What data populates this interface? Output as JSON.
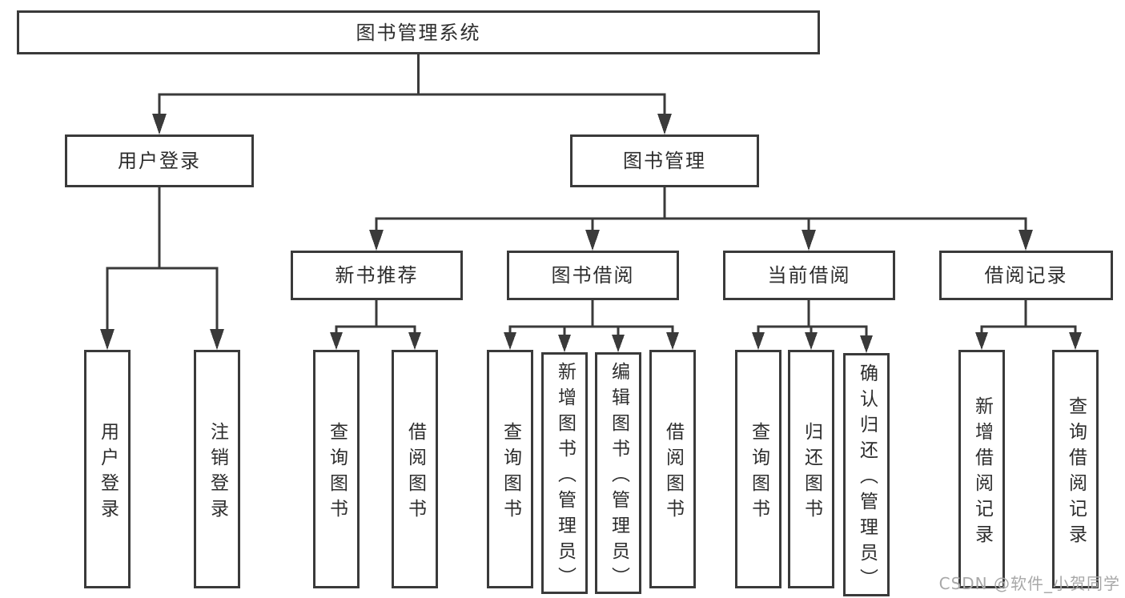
{
  "diagram_title": "图书管理系统",
  "root": {
    "label": "图书管理系统"
  },
  "level2": {
    "user_login": {
      "label": "用户登录"
    },
    "book_mgmt": {
      "label": "图书管理"
    }
  },
  "level3": {
    "new_book": {
      "label": "新书推荐"
    },
    "borrow": {
      "label": "图书借阅"
    },
    "current": {
      "label": "当前借阅"
    },
    "records": {
      "label": "借阅记录"
    }
  },
  "leaves": {
    "login": "用户登录",
    "logout": "注销登录",
    "nb_query": "查询图书",
    "nb_borrow": "借阅图书",
    "bw_query": "查询图书",
    "bw_add": "新增图书（管理员）",
    "bw_edit": "编辑图书（管理员）",
    "bw_borrow": "借阅图书",
    "cur_query": "查询图书",
    "cur_return": "归还图书",
    "cur_confirm": "确认归还（管理员）",
    "rec_add": "新增借阅记录",
    "rec_query": "查询借阅记录"
  },
  "watermark": "CSDN @软件_小贺同学",
  "colors": {
    "line": "#3a3a3a",
    "text": "#2d2d2d",
    "watermark": "#a8a8a8",
    "background": "#ffffff"
  }
}
